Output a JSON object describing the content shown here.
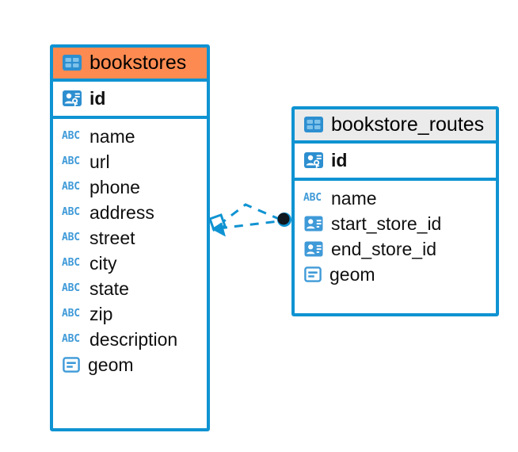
{
  "diagram": {
    "type": "entity-relationship-diagram",
    "background": "#ffffff",
    "colors": {
      "border_blue": "#0f93d2",
      "header_highlight_orange": "#fd8b51",
      "header_default_grey": "#ebebeb",
      "icon_blue": "#3f9ad8",
      "text": "#101010",
      "connector_blue": "#0f93d2",
      "connector_endpoint_dark": "#101820"
    },
    "entities": [
      {
        "name": "bookstores",
        "header_icon": "table-icon",
        "header_style": "orange",
        "primary_key": {
          "name": "id",
          "icon": "primary-key-icon"
        },
        "fields": [
          {
            "name": "name",
            "icon": "text-type-icon"
          },
          {
            "name": "url",
            "icon": "text-type-icon"
          },
          {
            "name": "phone",
            "icon": "text-type-icon"
          },
          {
            "name": "address",
            "icon": "text-type-icon"
          },
          {
            "name": "street",
            "icon": "text-type-icon"
          },
          {
            "name": "city",
            "icon": "text-type-icon"
          },
          {
            "name": "state",
            "icon": "text-type-icon"
          },
          {
            "name": "zip",
            "icon": "text-type-icon"
          },
          {
            "name": "description",
            "icon": "text-type-icon"
          },
          {
            "name": "geom",
            "icon": "geometry-type-icon"
          }
        ]
      },
      {
        "name": "bookstore_routes",
        "header_icon": "table-icon",
        "header_style": "grey",
        "primary_key": {
          "name": "id",
          "icon": "primary-key-icon"
        },
        "fields": [
          {
            "name": "name",
            "icon": "text-type-icon"
          },
          {
            "name": "start_store_id",
            "icon": "foreign-key-icon"
          },
          {
            "name": "end_store_id",
            "icon": "foreign-key-icon"
          },
          {
            "name": "geom",
            "icon": "geometry-type-icon"
          }
        ]
      }
    ],
    "relationship": {
      "from_entity": "bookstores",
      "to_entity": "bookstore_routes",
      "line_style": "dashed",
      "source_endpoint": "crows-foot-diamond",
      "target_endpoint": "filled-circle"
    },
    "icon_labels": {
      "text_type": "ABC"
    }
  }
}
